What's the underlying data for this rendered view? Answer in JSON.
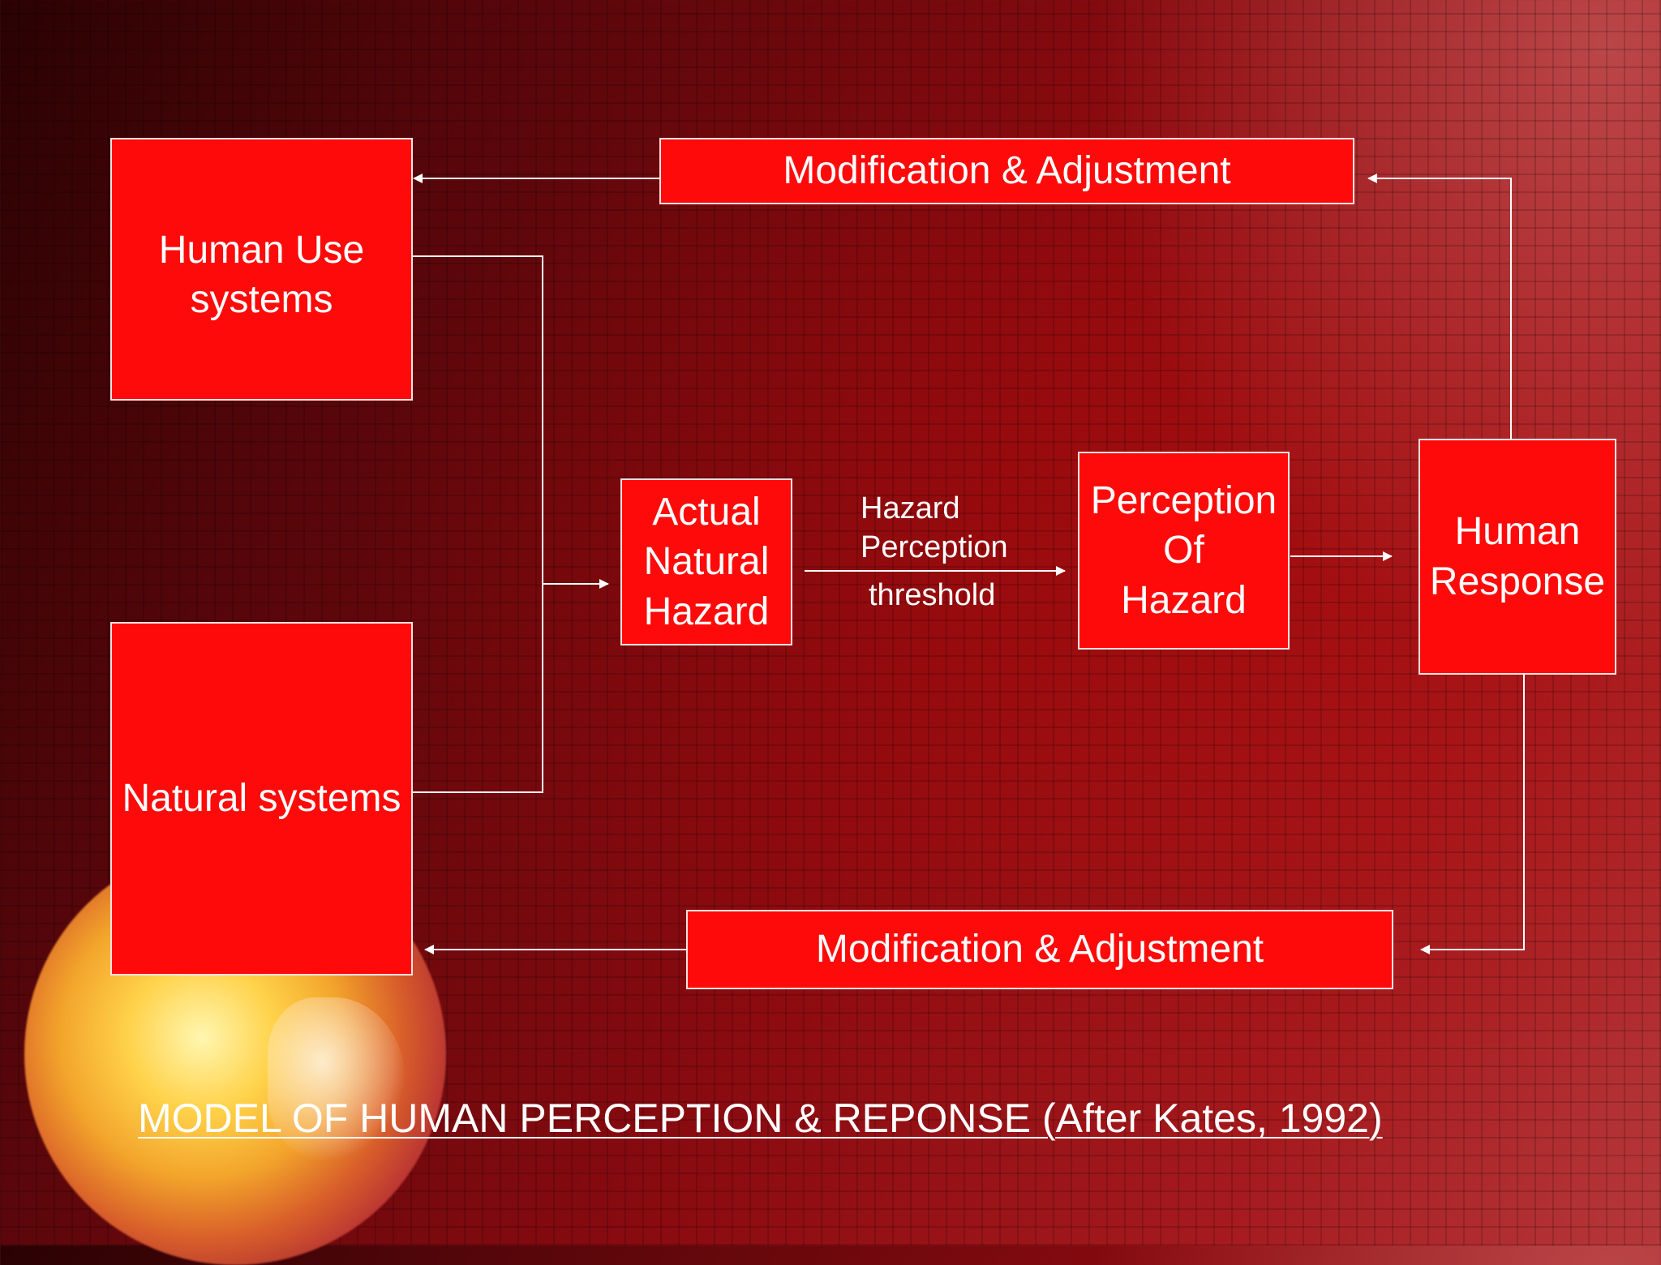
{
  "boxes": {
    "human_use": "Human Use\nsystems",
    "natural": "Natural systems",
    "actual_hazard": "Actual\nNatural\nHazard",
    "perception": "Perception\nOf\nHazard",
    "response": "Human\nResponse",
    "modification_top": "Modification & Adjustment",
    "modification_bottom": "Modification & Adjustment"
  },
  "threshold_label": {
    "line1": "Hazard",
    "line2": "Perception",
    "line3": "threshold"
  },
  "caption": "MODEL OF HUMAN PERCEPTION & REPONSE (After Kates, 1992)",
  "colors": {
    "box_fill": "#ff0a0a",
    "line": "#ffffff"
  }
}
